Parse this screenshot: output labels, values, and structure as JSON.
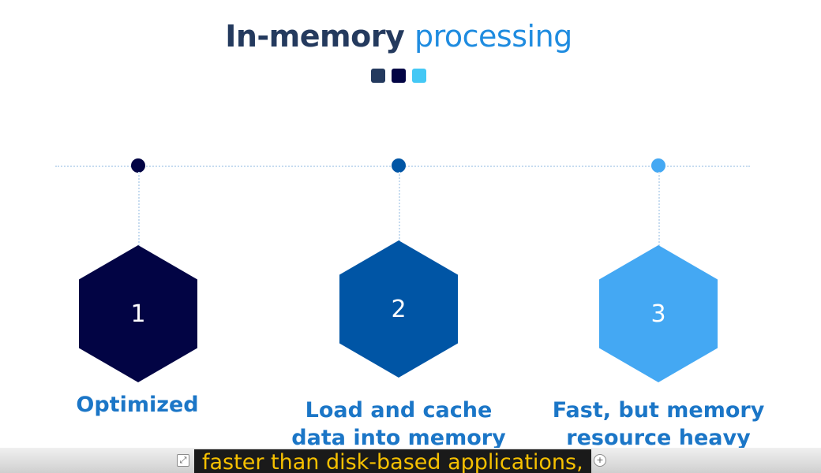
{
  "slide": {
    "title_bold": "In-memory",
    "title_light": "processing",
    "colors": {
      "navy": "#020444",
      "blue": "#0055a5",
      "light": "#44a8f3",
      "title_dark": "#243a5e",
      "title_light": "#1f8ce0",
      "label": "#1b76c7"
    },
    "steps": [
      {
        "number": "1",
        "label": "Optimized",
        "color": "#020444"
      },
      {
        "number": "2",
        "label": "Load and cache data into memory",
        "color": "#0055a5"
      },
      {
        "number": "3",
        "label": "Fast, but memory resource heavy",
        "color": "#44a8f3"
      }
    ]
  },
  "player": {
    "caption": "faster than disk-based applications,",
    "expand_icon": "expand-icon",
    "add_icon": "add-icon"
  }
}
